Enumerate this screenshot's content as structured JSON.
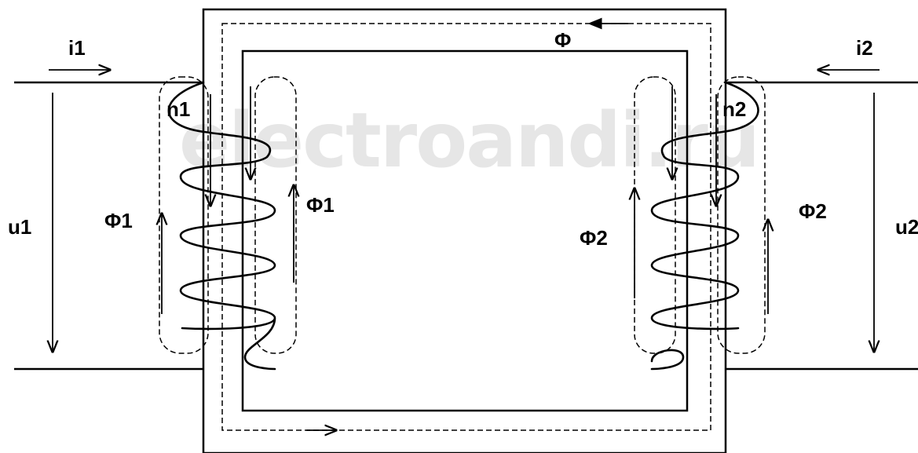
{
  "watermark": "electroandi.ru",
  "labels": {
    "i1": "i1",
    "i2": "i2",
    "u1": "u1",
    "u2": "u2",
    "n1": "n1",
    "n2": "n2",
    "phi": "Φ",
    "phi1_left": "Φ1",
    "phi1_right": "Φ1",
    "phi2_left": "Φ2",
    "phi2_right": "Φ2"
  }
}
